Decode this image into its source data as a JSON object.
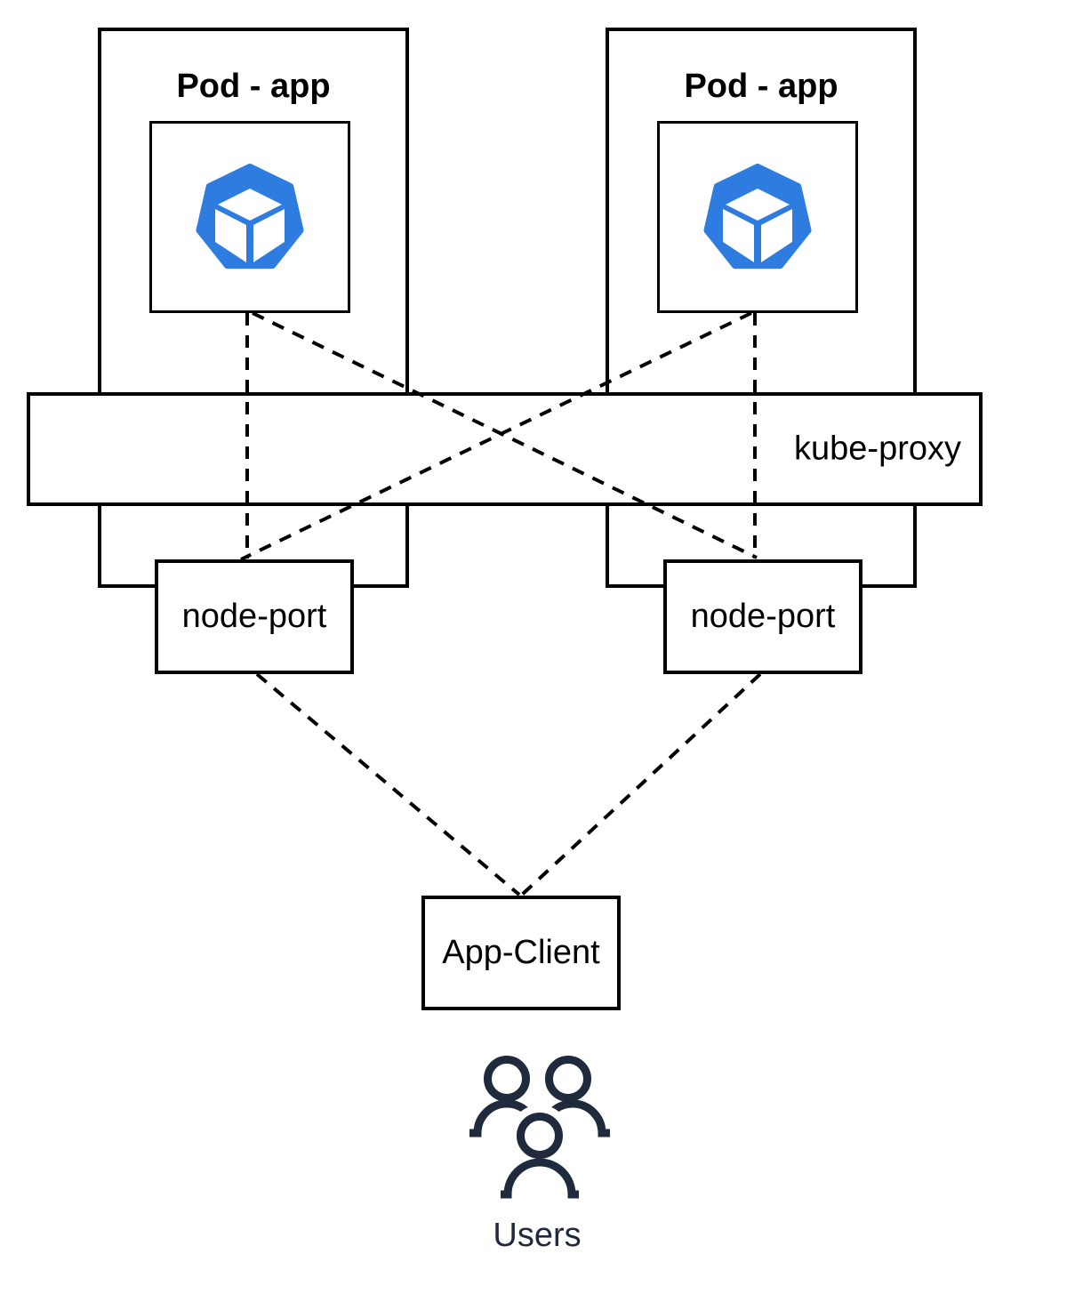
{
  "diagram": {
    "pods": [
      {
        "title": "Pod - app",
        "icon": "kubernetes-pod-icon"
      },
      {
        "title": "Pod - app",
        "icon": "kubernetes-pod-icon"
      }
    ],
    "kube_proxy": {
      "label": "kube-proxy"
    },
    "node_ports": [
      {
        "label": "node-port"
      },
      {
        "label": "node-port"
      }
    ],
    "app_client": {
      "label": "App-Client"
    },
    "users": {
      "label": "Users",
      "icon": "users-group-icon"
    },
    "connections": [
      "pod-left-to-nodeport-left",
      "pod-right-to-nodeport-right",
      "pod-left-to-nodeport-right",
      "pod-right-to-nodeport-left",
      "nodeport-left-to-app-client",
      "nodeport-right-to-app-client"
    ],
    "colors": {
      "background": "#FFFFFF",
      "line_black": "#000000",
      "pod_icon_blue": "#2F7CE0",
      "users_navy": "#1F2A3C"
    },
    "line_style": "dashed"
  }
}
